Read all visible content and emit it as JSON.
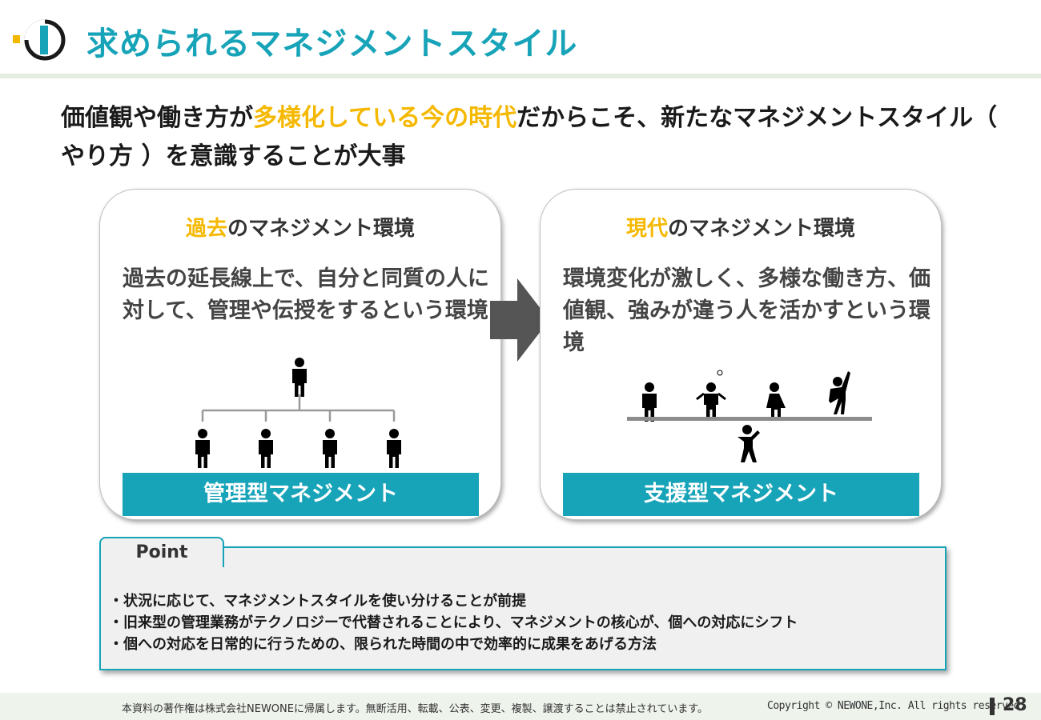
{
  "header": {
    "title": "求められるマネジメントスタイル"
  },
  "headline": {
    "pre": "価値観や働き方が",
    "accent": "多様化している今の時代",
    "post": "だからこそ、新たなマネジメントスタイル（ やり方 ）を意識することが大事"
  },
  "panels": {
    "past": {
      "heading_accent": "過去",
      "heading_rest": "のマネジメント環境",
      "body": "過去の延長線上で、自分と同質の人に対して、管理や伝授をするという環境",
      "band": "管理型マネジメント"
    },
    "now": {
      "heading_accent": "現代",
      "heading_rest": "のマネジメント環境",
      "body": "環境変化が激しく、多様な働き方、価値観、強みが違う人を活かすという環境",
      "band": "支援型マネジメント"
    }
  },
  "point": {
    "tab": "Point",
    "items": [
      "・状況に応じて、マネジメントスタイルを使い分けることが前提",
      "・旧来型の管理業務がテクノロジーで代替されることにより、マネジメントの核心が、個への対応にシフト",
      "・個への対応を日常的に行うための、限られた時間の中で効率的に成果をあげる方法"
    ]
  },
  "footer": {
    "note": "本資料の著作権は株式会社NEWONEに帰属します。無断活用、転載、公表、変更、複製、譲渡することは禁止されています。",
    "copyright": "Copyright © NEWONE,Inc. All rights reserved.",
    "page_number": "28"
  },
  "colors": {
    "brand_teal": "#17a3b8",
    "accent_yellow": "#f5b800",
    "arrow_gray": "#555555"
  },
  "icons": [
    "newone-logo",
    "person-icon",
    "arrow-right-icon"
  ]
}
